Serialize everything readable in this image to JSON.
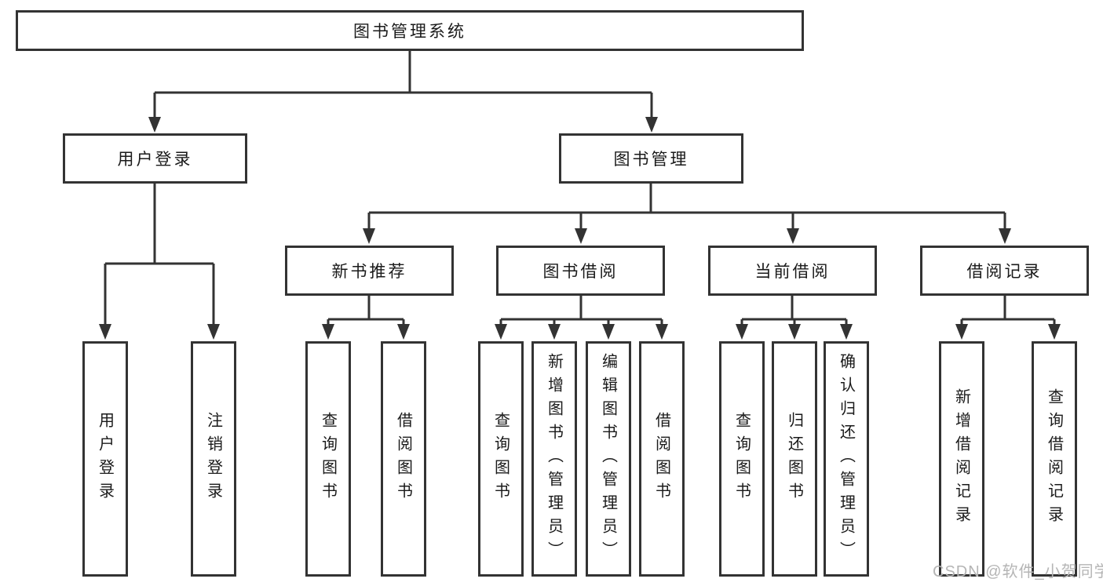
{
  "tree": {
    "root": {
      "label": "图书管理系统"
    },
    "level2": [
      {
        "label": "用户登录"
      },
      {
        "label": "图书管理"
      }
    ],
    "level3": [
      {
        "label": "新书推荐",
        "parent": "图书管理"
      },
      {
        "label": "图书借阅",
        "parent": "图书管理"
      },
      {
        "label": "当前借阅",
        "parent": "图书管理"
      },
      {
        "label": "借阅记录",
        "parent": "图书管理"
      }
    ],
    "leaves": [
      {
        "label": "用户登录",
        "parent": "用户登录"
      },
      {
        "label": "注销登录",
        "parent": "用户登录"
      },
      {
        "label": "查询图书",
        "parent": "新书推荐"
      },
      {
        "label": "借阅图书",
        "parent": "新书推荐"
      },
      {
        "label": "查询图书",
        "parent": "图书借阅"
      },
      {
        "label": "新增图书（管理员）",
        "parent": "图书借阅"
      },
      {
        "label": "编辑图书（管理员）",
        "parent": "图书借阅"
      },
      {
        "label": "借阅图书",
        "parent": "图书借阅"
      },
      {
        "label": "查询图书",
        "parent": "当前借阅"
      },
      {
        "label": "归还图书",
        "parent": "当前借阅"
      },
      {
        "label": "确认归还（管理员）",
        "parent": "当前借阅"
      },
      {
        "label": "新增借阅记录",
        "parent": "借阅记录"
      },
      {
        "label": "查询借阅记录",
        "parent": "借阅记录"
      }
    ]
  },
  "watermark": {
    "text": "CSDN @软件_小贺同学",
    "color": "#b5b5b5"
  },
  "colors": {
    "line": "#333333",
    "text": "#1a1a1a",
    "background": "#ffffff"
  }
}
